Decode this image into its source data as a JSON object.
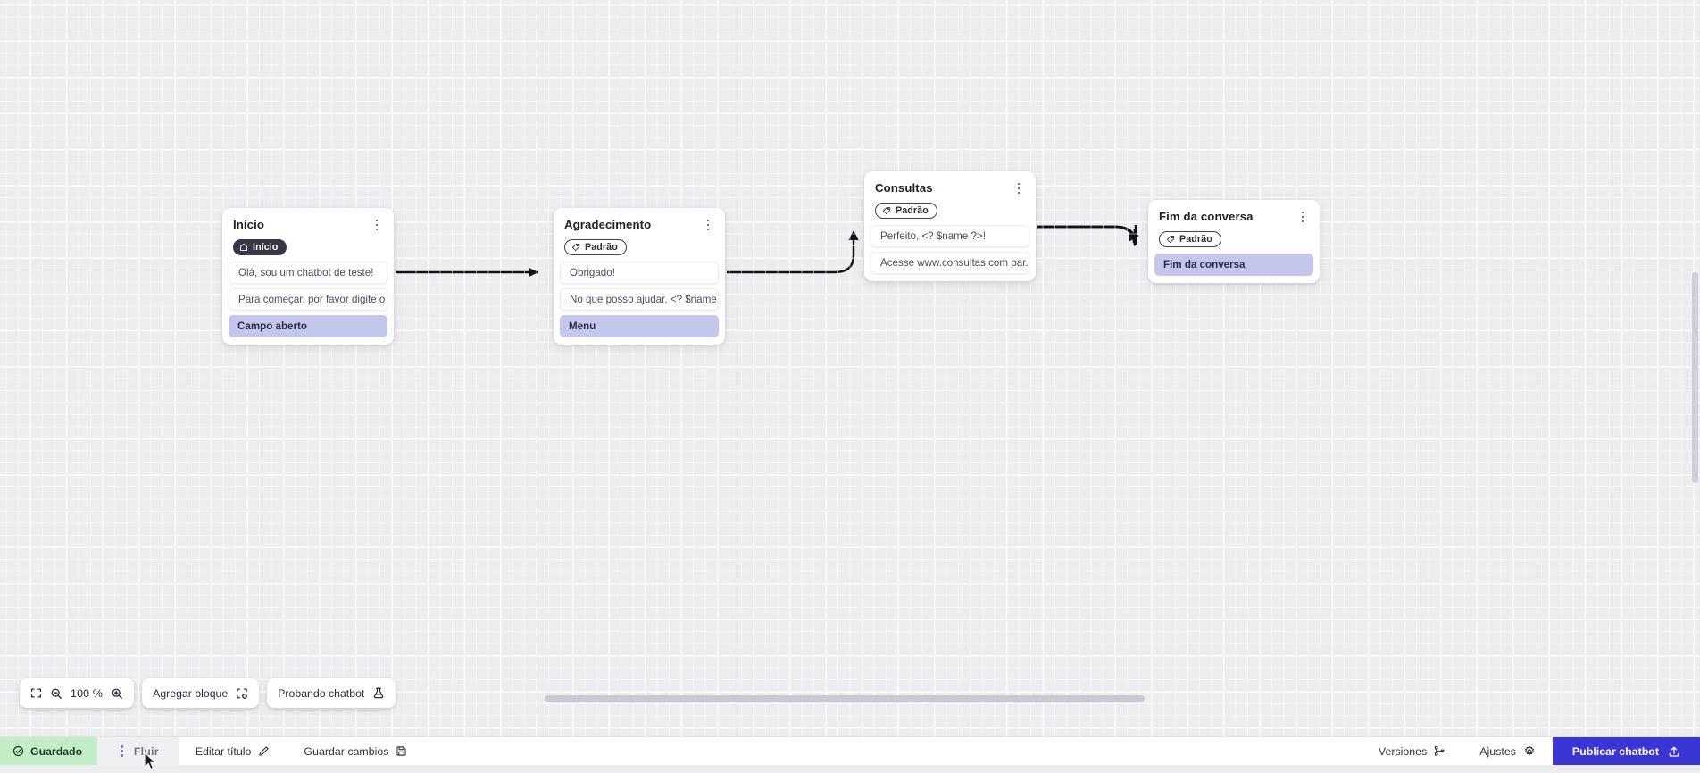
{
  "app": {
    "canvas_zoom": "100 %"
  },
  "nodes": [
    {
      "id": "inicio",
      "title": "Início",
      "badge": {
        "label": "Início",
        "icon": "home-icon",
        "style": "dark"
      },
      "blocks": [
        {
          "text": "Olá, sou um chatbot de teste!",
          "type": "message"
        },
        {
          "text": "Para começar, por favor digite o ...",
          "type": "message"
        },
        {
          "text": "Campo aberto",
          "type": "action"
        }
      ]
    },
    {
      "id": "agradecimento",
      "title": "Agradecimento",
      "badge": {
        "label": "Padrão",
        "icon": "tag-icon",
        "style": "outline"
      },
      "blocks": [
        {
          "text": "Obrigado!",
          "type": "message"
        },
        {
          "text": "No que posso ajudar, <? $name ...",
          "type": "message"
        },
        {
          "text": "Menu",
          "type": "action"
        }
      ]
    },
    {
      "id": "consultas",
      "title": "Consultas",
      "badge": {
        "label": "Padrão",
        "icon": "tag-icon",
        "style": "outline"
      },
      "blocks": [
        {
          "text": "Perfeito, <? $name ?>!",
          "type": "message"
        },
        {
          "text": "Acesse www.consultas.com par...",
          "type": "message"
        }
      ]
    },
    {
      "id": "fim",
      "title": "Fim da conversa",
      "badge": {
        "label": "Padrão",
        "icon": "tag-icon",
        "style": "outline"
      },
      "blocks": [
        {
          "text": "Fim da conversa",
          "type": "action"
        }
      ]
    }
  ],
  "toolbar": {
    "fit_icon": "fit-screen-icon",
    "zoom_out_icon": "zoom-out-icon",
    "zoom_level": "100 %",
    "zoom_in_icon": "zoom-in-icon",
    "add_block_label": "Agregar bloque",
    "add_block_icon": "add-block-icon",
    "test_chatbot_label": "Probando chatbot",
    "test_chatbot_icon": "flask-icon"
  },
  "statusbar": {
    "saved_label": "Guardado",
    "saved_icon": "check-circle-icon",
    "more_icon": "vertical-dots-icon",
    "flow_label": "Fluir",
    "edit_title_label": "Editar título",
    "edit_title_icon": "pencil-icon",
    "save_changes_label": "Guardar cambios",
    "save_changes_icon": "floppy-icon",
    "versions_label": "Versiones",
    "versions_icon": "branch-icon",
    "settings_label": "Ajustes",
    "settings_icon": "gear-icon",
    "publish_label": "Publicar chatbot",
    "publish_icon": "upload-icon"
  },
  "colors": {
    "accent": "#3b35d4",
    "action_block": "#c3c7ee",
    "saved_chip": "#c2edc6",
    "badge_dark": "#373745"
  }
}
